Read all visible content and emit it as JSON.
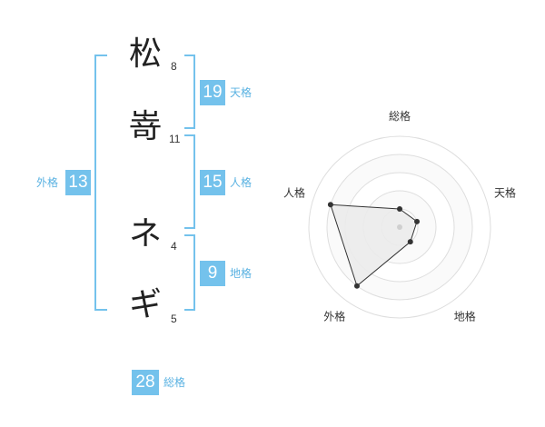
{
  "name_chars": [
    {
      "char": "松",
      "strokes": "8"
    },
    {
      "char": "嵜",
      "strokes": "11"
    },
    {
      "char": "ネ",
      "strokes": "4"
    },
    {
      "char": "ギ",
      "strokes": "5"
    }
  ],
  "fortune": {
    "tenkaku": {
      "value": "19",
      "label": "天格"
    },
    "jinkaku": {
      "value": "15",
      "label": "人格"
    },
    "chikaku": {
      "value": "9",
      "label": "地格"
    },
    "gaikaku": {
      "value": "13",
      "label": "外格"
    },
    "soukaku": {
      "value": "28",
      "label": "総格"
    }
  },
  "colors": {
    "accent": "#74c2ec",
    "accent_text": "#5ab2e2"
  },
  "chart_data": {
    "type": "radar",
    "axes": [
      "総格",
      "天格",
      "地格",
      "外格",
      "人格"
    ],
    "values": [
      1,
      1,
      1,
      4,
      4
    ],
    "rmax": 5,
    "rings": 5
  }
}
